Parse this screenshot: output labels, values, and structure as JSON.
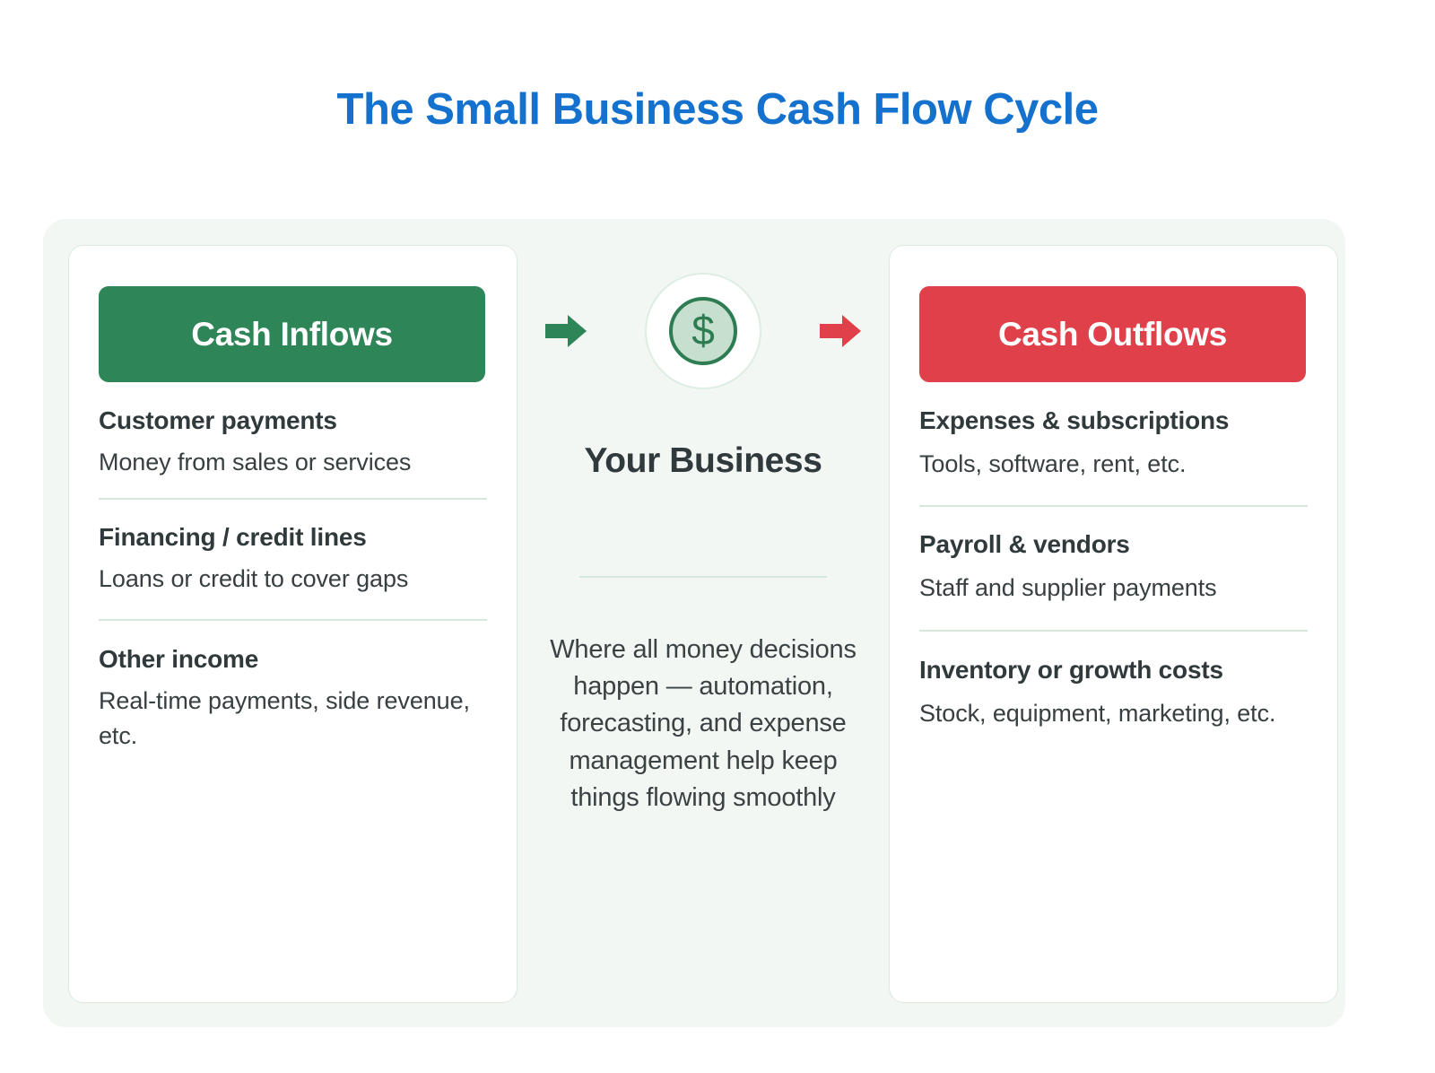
{
  "title": "The Small Business Cash Flow Cycle",
  "colors": {
    "title_blue": "#1472CE",
    "inflow_green": "#2E8558",
    "outflow_red": "#DF4049",
    "panel_mint": "#F2F7F3",
    "divider_green": "#D6E8DC",
    "coin_green": "#2E7D52",
    "text_dark": "#30393B"
  },
  "inflows": {
    "header": "Cash Inflows",
    "items": [
      {
        "title": "Customer payments",
        "desc": "Money from sales or services"
      },
      {
        "title": "Financing / credit lines",
        "desc": "Loans or credit to cover gaps"
      },
      {
        "title": "Other income",
        "desc": "Real-time payments, side revenue, etc."
      }
    ]
  },
  "center": {
    "left_arrow_icon": "arrow-right-green-icon",
    "right_arrow_icon": "arrow-right-red-icon",
    "coin_icon": "dollar-coin-icon",
    "coin_symbol": "$",
    "title": "Your Business",
    "body": "Where all money decisions happen — automation, forecasting, and expense management help keep things flowing smoothly"
  },
  "outflows": {
    "header": "Cash Outflows",
    "items": [
      {
        "title": "Expenses & subscriptions",
        "desc": "Tools, software, rent, etc."
      },
      {
        "title": "Payroll & vendors",
        "desc": "Staff and supplier payments"
      },
      {
        "title": "Inventory or growth costs",
        "desc": "Stock, equipment, marketing, etc."
      }
    ]
  }
}
